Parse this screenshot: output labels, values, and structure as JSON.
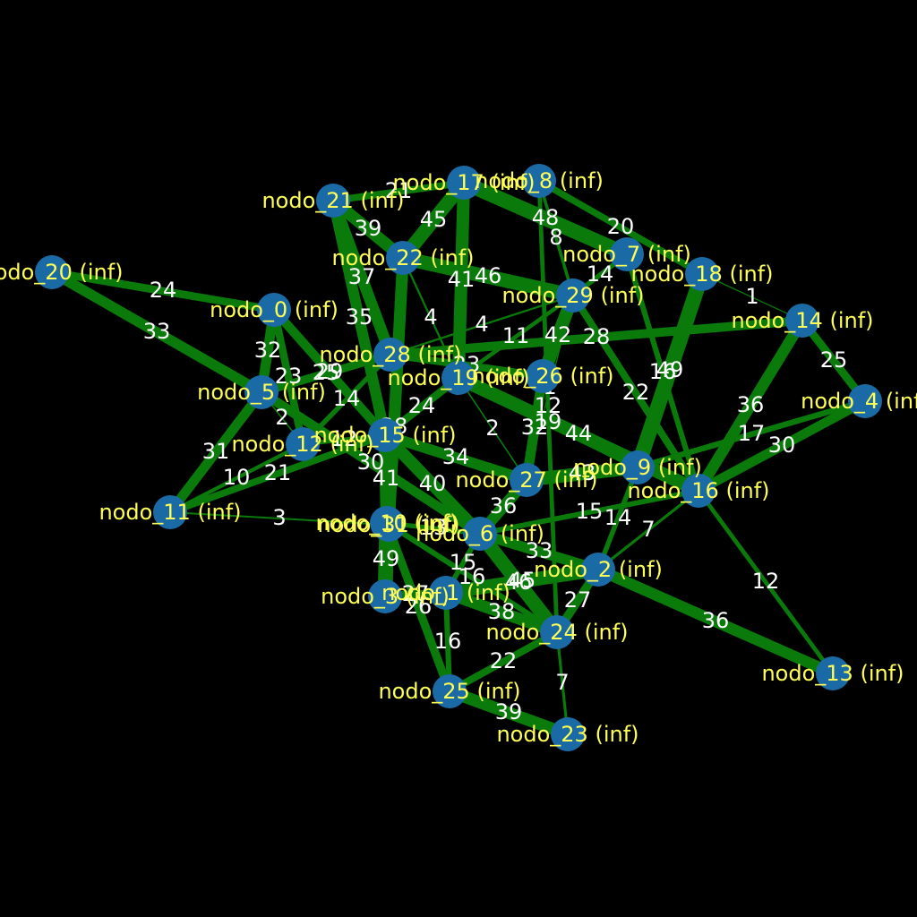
{
  "graph": {
    "background": "#000000",
    "edge_color": "#0a7a0a",
    "node_color": "#1a6aa6",
    "node_label_color": "#ffff55",
    "edge_label_color": "#ffffff",
    "nodes": [
      {
        "id": "n0",
        "label": "nodo_0 (inf)"
      },
      {
        "id": "n1",
        "label": "nodo_1 (inf)"
      },
      {
        "id": "n2",
        "label": "nodo_2 (inf)"
      },
      {
        "id": "n3",
        "label": "nodo_3 (inf)"
      },
      {
        "id": "n4",
        "label": "nodo_4 (inf)"
      },
      {
        "id": "n5",
        "label": "nodo_5 (inf)"
      },
      {
        "id": "n6",
        "label": "nodo_6 (inf)"
      },
      {
        "id": "n7",
        "label": "nodo_7 (inf)"
      },
      {
        "id": "n8",
        "label": "nodo_8 (inf)"
      },
      {
        "id": "n9",
        "label": "nodo_9 (inf)"
      },
      {
        "id": "n10",
        "label": "nodo_10 (inf)"
      },
      {
        "id": "n11",
        "label": "nodo_11 (inf)"
      },
      {
        "id": "n12",
        "label": "nodo_12 (inf)"
      },
      {
        "id": "n13",
        "label": "nodo_13 (inf)"
      },
      {
        "id": "n14",
        "label": "nodo_14 (inf)"
      },
      {
        "id": "n15",
        "label": "nodo_15 (inf)"
      },
      {
        "id": "n16",
        "label": "nodo_16 (inf)"
      },
      {
        "id": "n17",
        "label": "nodo_17 (inf)"
      },
      {
        "id": "n18",
        "label": "nodo_18 (inf)"
      },
      {
        "id": "n19",
        "label": "nodo_19 (inf)"
      },
      {
        "id": "n20",
        "label": "nodo_20 (inf)"
      },
      {
        "id": "n21",
        "label": "nodo_21 (inf)"
      },
      {
        "id": "n22",
        "label": "nodo_22 (inf)"
      },
      {
        "id": "n23",
        "label": "nodo_23 (inf)"
      },
      {
        "id": "n24",
        "label": "nodo_24 (inf)"
      },
      {
        "id": "n25",
        "label": "nodo_25 (inf)"
      },
      {
        "id": "n26",
        "label": "nodo_26 (inf)"
      },
      {
        "id": "n27",
        "label": "nodo_27 (inf)"
      },
      {
        "id": "n28",
        "label": "nodo_28 (inf)"
      },
      {
        "id": "n29",
        "label": "nodo_29 (inf)"
      },
      {
        "id": "n31",
        "label": "nodo_31 (inf)"
      }
    ],
    "edges": [
      {
        "s": "n20",
        "t": "n0",
        "w": "24"
      },
      {
        "s": "n20",
        "t": "n5",
        "w": "33"
      },
      {
        "s": "n21",
        "t": "n17",
        "w": "21"
      },
      {
        "s": "n21",
        "t": "n22",
        "w": "39"
      },
      {
        "s": "n21",
        "t": "n28",
        "w": "37"
      },
      {
        "s": "n21",
        "t": "n15",
        "w": "35"
      },
      {
        "s": "n17",
        "t": "n22",
        "w": "45"
      },
      {
        "s": "n17",
        "t": "n19",
        "w": "41"
      },
      {
        "s": "n17",
        "t": "n7",
        "w": "48"
      },
      {
        "s": "n8",
        "t": "n29",
        "w": "8"
      },
      {
        "s": "n8",
        "t": "n24",
        "w": "12"
      },
      {
        "s": "n8",
        "t": "n18",
        "w": "20"
      },
      {
        "s": "n22",
        "t": "n29",
        "w": "46"
      },
      {
        "s": "n22",
        "t": "n3",
        "w": "38"
      },
      {
        "s": "n7",
        "t": "n29",
        "w": "14"
      },
      {
        "s": "n7",
        "t": "n16",
        "w": "16"
      },
      {
        "s": "n18",
        "t": "n14",
        "w": "1"
      },
      {
        "s": "n18",
        "t": "n9",
        "w": "49"
      },
      {
        "s": "n28",
        "t": "n29",
        "w": "4"
      },
      {
        "s": "n28",
        "t": "n26",
        "w": "23"
      },
      {
        "s": "n29",
        "t": "n19",
        "w": "11"
      },
      {
        "s": "n29",
        "t": "n26",
        "w": "42"
      },
      {
        "s": "n29",
        "t": "n16",
        "w": "22"
      },
      {
        "s": "n0",
        "t": "n12",
        "w": "23"
      },
      {
        "s": "n0",
        "t": "n15",
        "w": "29"
      },
      {
        "s": "n0",
        "t": "n5",
        "w": "32"
      },
      {
        "s": "n5",
        "t": "n28",
        "w": "25"
      },
      {
        "s": "n5",
        "t": "n12",
        "w": "2"
      },
      {
        "s": "n5",
        "t": "n11",
        "w": "31"
      },
      {
        "s": "n5",
        "t": "n6",
        "w": "30"
      },
      {
        "s": "n28",
        "t": "n14",
        "w": "28"
      },
      {
        "s": "n14",
        "t": "n4",
        "w": "25"
      },
      {
        "s": "n14",
        "t": "n16",
        "w": "36"
      },
      {
        "s": "n4",
        "t": "n9",
        "w": "17"
      },
      {
        "s": "n4",
        "t": "n16",
        "w": "30"
      },
      {
        "s": "n19",
        "t": "n16",
        "w": "44"
      },
      {
        "s": "n26",
        "t": "n27",
        "w": "32"
      },
      {
        "s": "n19",
        "t": "n9",
        "w": "19"
      },
      {
        "s": "n12",
        "t": "n28",
        "w": "14"
      },
      {
        "s": "n12",
        "t": "n15",
        "w": "12"
      },
      {
        "s": "n12",
        "t": "n11",
        "w": "10"
      },
      {
        "s": "n15",
        "t": "n11",
        "w": "21"
      },
      {
        "s": "n11",
        "t": "n31",
        "w": "3"
      },
      {
        "s": "n15",
        "t": "n19",
        "w": "24"
      },
      {
        "s": "n15",
        "t": "n27",
        "w": "34"
      },
      {
        "s": "n15",
        "t": "n10",
        "w": "41"
      },
      {
        "s": "n15",
        "t": "n6",
        "w": "40"
      },
      {
        "s": "n27",
        "t": "n9",
        "w": "43"
      },
      {
        "s": "n27",
        "t": "n6",
        "w": "36"
      },
      {
        "s": "n9",
        "t": "n2",
        "w": "14"
      },
      {
        "s": "n16",
        "t": "n6",
        "w": "15"
      },
      {
        "s": "n16",
        "t": "n2",
        "w": "7"
      },
      {
        "s": "n16",
        "t": "n13",
        "w": "12"
      },
      {
        "s": "n2",
        "t": "n13",
        "w": "36"
      },
      {
        "s": "n2",
        "t": "n6",
        "w": "33"
      },
      {
        "s": "n2",
        "t": "n1",
        "w": "45"
      },
      {
        "s": "n2",
        "t": "n24",
        "w": "27"
      },
      {
        "s": "n6",
        "t": "n1",
        "w": "15"
      },
      {
        "s": "n6",
        "t": "n24",
        "w": "46"
      },
      {
        "s": "n10",
        "t": "n3",
        "w": "49"
      },
      {
        "s": "n10",
        "t": "n6",
        "w": "13"
      },
      {
        "s": "n10",
        "t": "n25",
        "w": "26"
      },
      {
        "s": "n3",
        "t": "n1",
        "w": "27"
      },
      {
        "s": "n1",
        "t": "n25",
        "w": "16"
      },
      {
        "s": "n1",
        "t": "n24",
        "w": "38"
      },
      {
        "s": "n24",
        "t": "n23",
        "w": "7"
      },
      {
        "s": "n25",
        "t": "n23",
        "w": "39"
      },
      {
        "s": "n25",
        "t": "n24",
        "w": "22"
      },
      {
        "s": "n10",
        "t": "n24",
        "w": "16"
      },
      {
        "s": "n27",
        "t": "n29",
        "w": "1"
      },
      {
        "s": "n19",
        "t": "n27",
        "w": "2"
      },
      {
        "s": "n22",
        "t": "n19",
        "w": "4"
      }
    ]
  }
}
